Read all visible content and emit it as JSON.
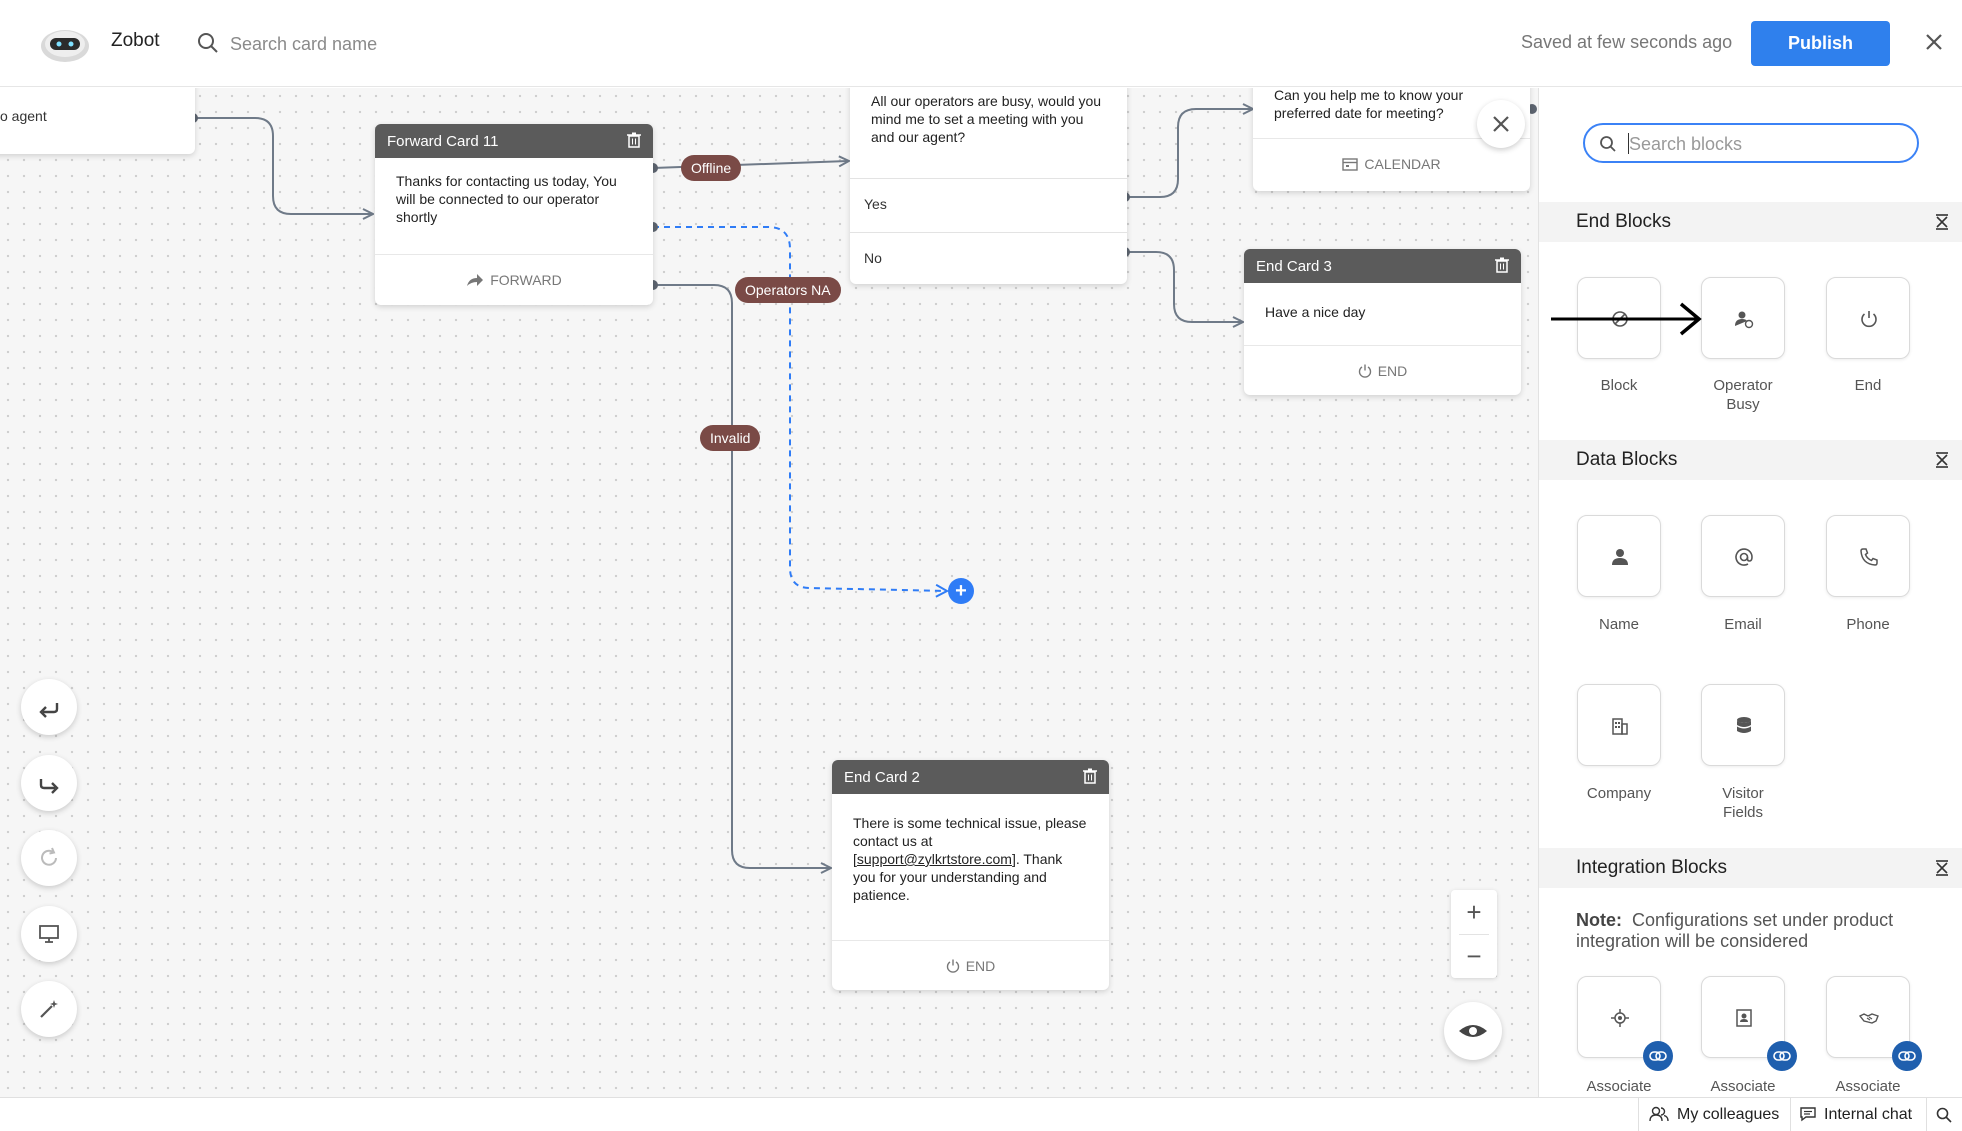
{
  "app": {
    "title": "Zobot",
    "search_placeholder": "Search card name",
    "saved_status": "Saved at few seconds ago",
    "publish_label": "Publish"
  },
  "colors": {
    "accent": "#2f80ed",
    "pill": "#7a4a46",
    "card_header": "#5b5b5b",
    "link_badge": "#1f5fae"
  },
  "canvas": {
    "partial_card": {
      "text": "o agent"
    },
    "forward_card": {
      "title": "Forward Card 11",
      "body": "Thanks for contacting us today, You will be connected to our operator shortly",
      "footer": "FORWARD"
    },
    "busy_card": {
      "body": "All our operators are busy, would you mind me to set a meeting with you and our agent?",
      "options": [
        "Yes",
        "No"
      ]
    },
    "calendar_card": {
      "body": "Can you help me to know your preferred date for meeting?",
      "footer": "CALENDAR"
    },
    "end_card_3": {
      "title": "End Card 3",
      "body": "Have a nice day",
      "footer": "END"
    },
    "end_card_2": {
      "title": "End Card 2",
      "body_pre": "There is some technical issue, please contact us at [",
      "body_link": "support@zylkrtstore.com",
      "body_post": "]. Thank you for your understanding and patience.",
      "footer": "END"
    },
    "pills": {
      "offline": "Offline",
      "operators_na": "Operators NA",
      "invalid": "Invalid"
    },
    "zoom": {
      "in": "+",
      "out": "−"
    }
  },
  "sidebar": {
    "search_placeholder": "Search blocks",
    "end_blocks": {
      "title": "End Blocks",
      "items": [
        "Block",
        "Operator Busy",
        "End"
      ]
    },
    "data_blocks": {
      "title": "Data Blocks",
      "items": [
        "Name",
        "Email",
        "Phone",
        "Company",
        "Visitor Fields"
      ]
    },
    "integration_blocks": {
      "title": "Integration Blocks",
      "note_label": "Note:",
      "note_text": "Configurations set under product integration will be considered",
      "items": [
        "Associate",
        "Associate",
        "Associate"
      ]
    }
  },
  "footer": {
    "colleagues": "My colleagues",
    "internal_chat": "Internal chat"
  }
}
